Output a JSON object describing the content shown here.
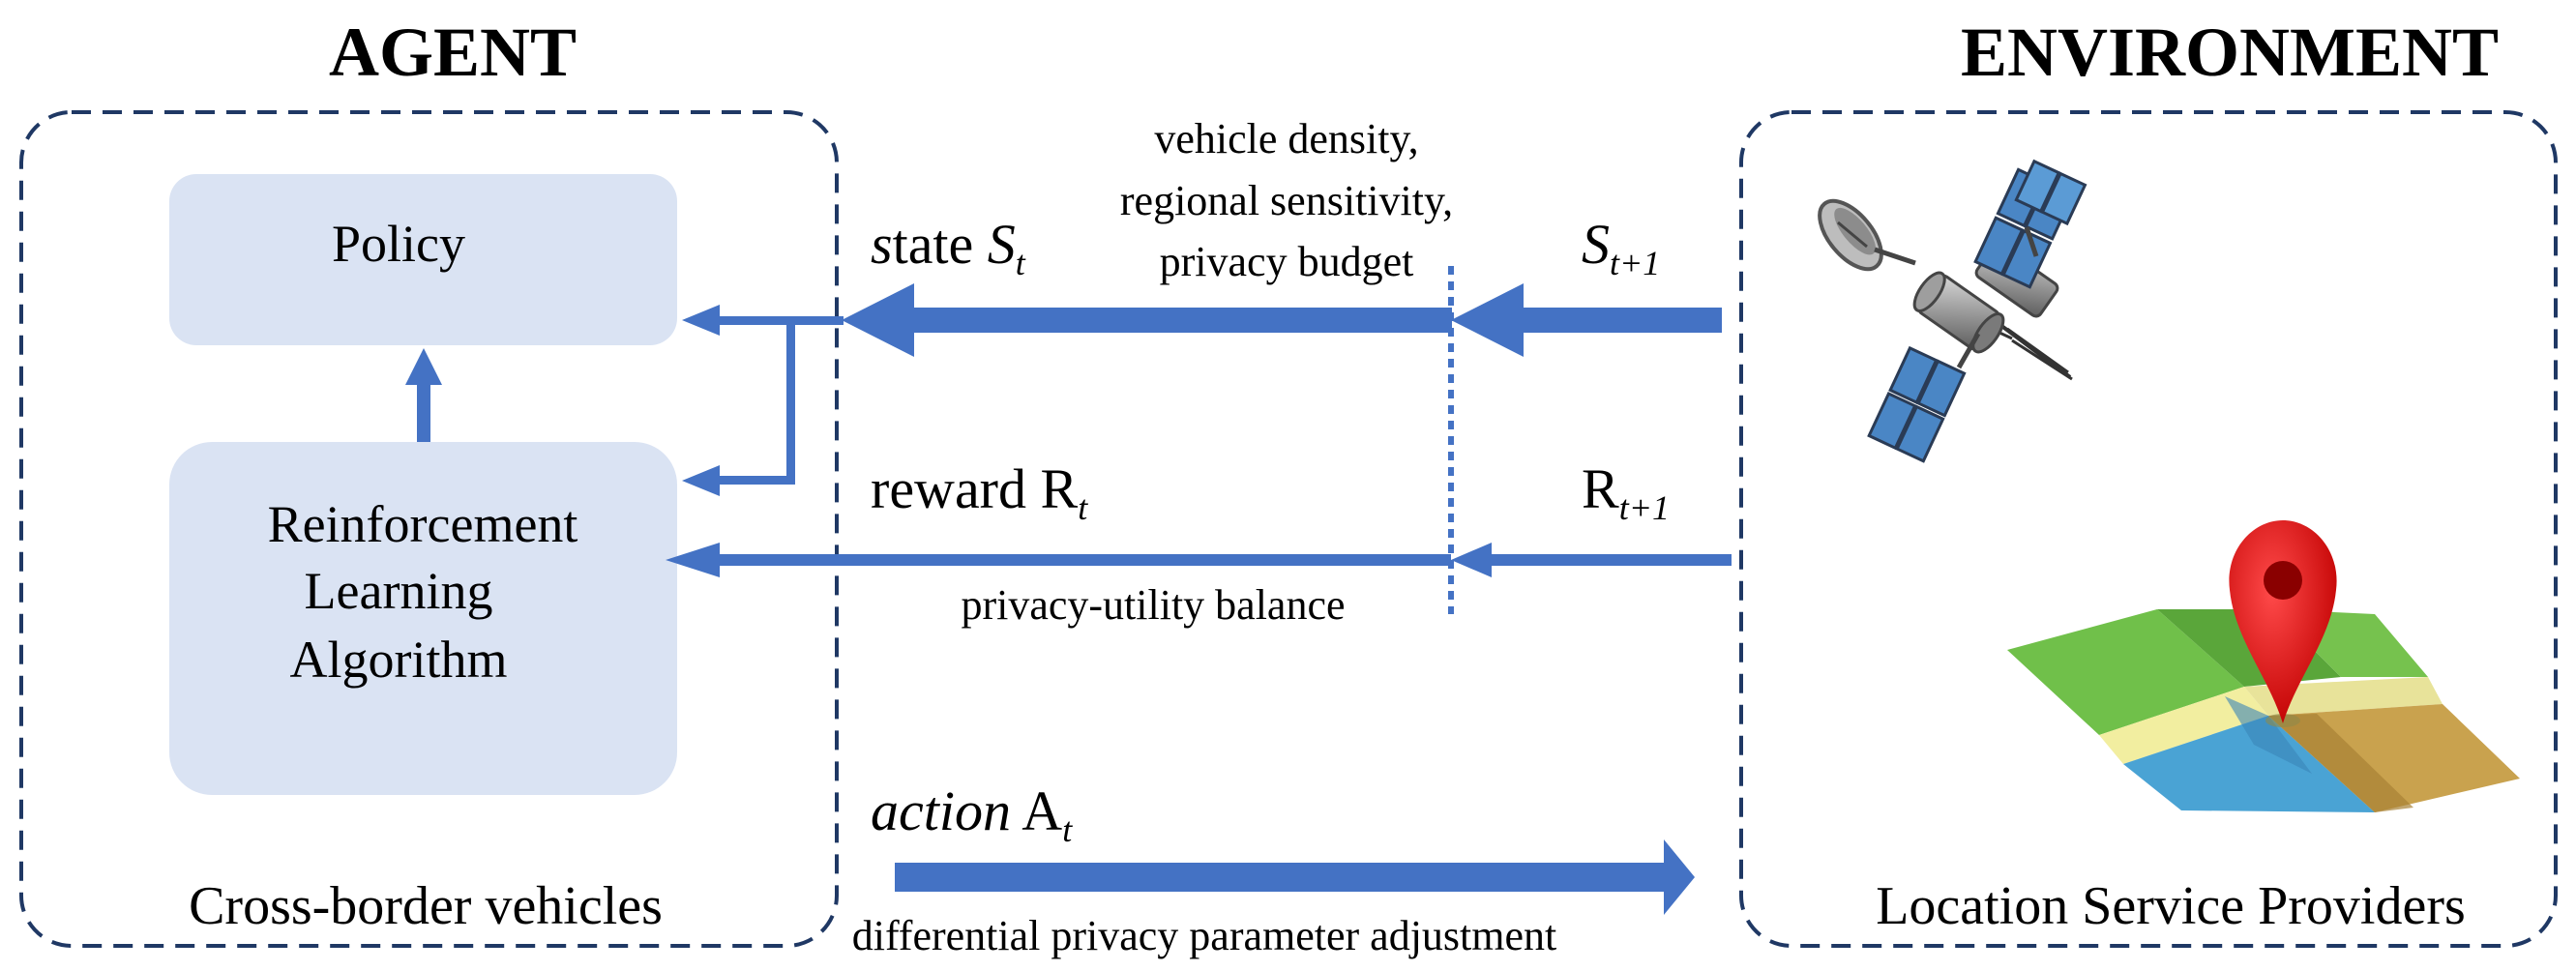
{
  "agent": {
    "title": "AGENT",
    "footer": "Cross-border vehicles",
    "policy": "Policy",
    "algorithm": [
      "Reinforcement",
      "Learning",
      "Algorithm"
    ]
  },
  "environment": {
    "title": "ENVIRONMENT",
    "footer": "Location Service Providers"
  },
  "state": {
    "word_italic": "s",
    "word_rest": "tate",
    "symbol": "S",
    "sub": "t",
    "next_symbol": "S",
    "next_sub": "t+1",
    "notes": [
      "vehicle density,",
      "regional sensitivity,",
      "privacy budget"
    ]
  },
  "reward": {
    "word": "reward",
    "symbol": "R",
    "sub": "t",
    "next_symbol": "R",
    "next_sub": "t+1",
    "note": "privacy-utility balance"
  },
  "action": {
    "word": "action",
    "symbol": "A",
    "sub": "t",
    "note": "differential privacy parameter adjustment"
  },
  "colors": {
    "arrow": "#4472C4",
    "box_fill": "#DAE3F3",
    "dash_border": "#1F3864"
  },
  "icons": [
    "satellite-icon",
    "map-pin-icon"
  ]
}
